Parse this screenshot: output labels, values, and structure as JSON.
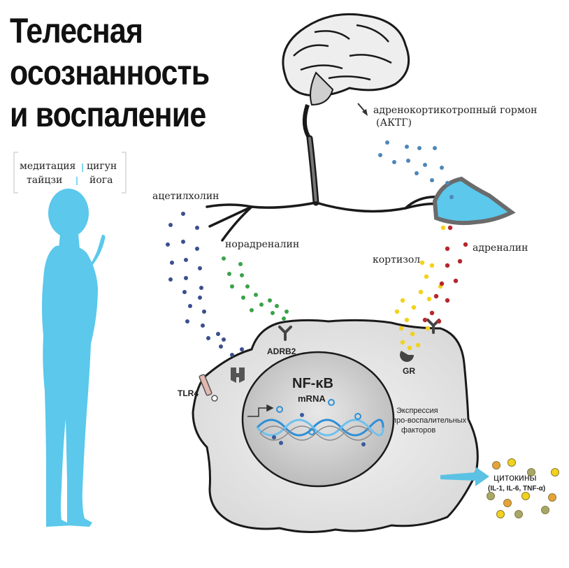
{
  "title": {
    "line1": "Телесная",
    "line2": "осознанность",
    "line3": "и воспаление"
  },
  "practices": {
    "meditation": "медитация",
    "qigong": "цигун",
    "taichi": "тайцзи",
    "yoga": "йога"
  },
  "labels": {
    "acth_line1": "адренокортикотропный гормон",
    "acth_line2": "(АКТГ)",
    "acetylcholine": "ацетилхолин",
    "noradrenaline": "норадреналин",
    "cortisol": "кортизол",
    "adrenaline": "адреналин",
    "adrb2": "ADRB2",
    "gr": "GR",
    "tlr4": "TLR4",
    "nfkb": "NF-κB",
    "mrna": "mRNA",
    "expression_line1": "Экспрессия",
    "expression_line2": "про-воспалительных",
    "expression_line3": "факторов",
    "cytokines": "цитокины",
    "cytokines_list": "(IL-1, IL-6, TNF-α)"
  },
  "colors": {
    "body_blue": "#5bc8ec",
    "acetylcholine_dot": "#3a4f8e",
    "noradrenaline_dot": "#3aa24a",
    "cortisol_dot": "#f2d21a",
    "adrenaline_dot": "#b5272d",
    "acth_dot": "#4f86b8",
    "arrow_blue": "#5bc2e4"
  }
}
